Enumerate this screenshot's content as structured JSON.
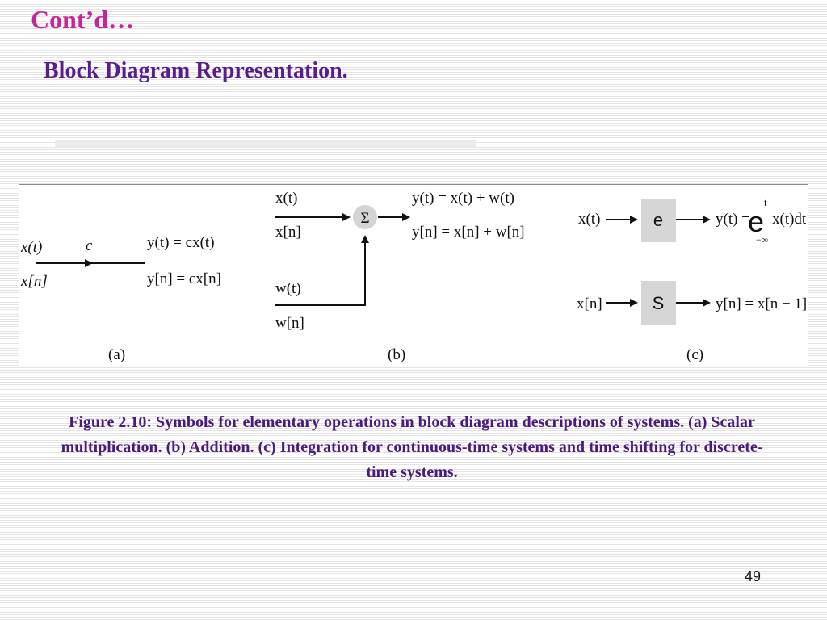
{
  "slide": {
    "title": "Cont’d…",
    "subtitle": "Block Diagram Representation.",
    "caption": "Figure 2.10: Symbols for elementary operations in block diagram descriptions of systems. (a) Scalar multiplication. (b) Addition. (c) Integration for continuous-time systems and time shifting for discrete-time systems.",
    "page_number": "49"
  },
  "figure": {
    "panel_a": {
      "input_ct": "x(t)",
      "input_dt": "x[n]",
      "gain": "c",
      "output_ct": "y(t) = cx(t)",
      "output_dt": "y[n] = cx[n]",
      "label": "(a)"
    },
    "panel_b": {
      "input1_ct": "x(t)",
      "input1_dt": "x[n]",
      "input2_ct": "w(t)",
      "input2_dt": "w[n]",
      "summer_symbol": "Σ",
      "output_ct": "y(t) = x(t) + w(t)",
      "output_dt": "y[n] = x[n] + w[n]",
      "label": "(b)"
    },
    "panel_c": {
      "integrator_input": "x(t)",
      "integrator_symbol": "e",
      "integrator_output_lhs": "y(t) =",
      "integral_sign": "e",
      "integral_upper": "t",
      "integral_lower": "−∞",
      "integrand": "x(t)dt",
      "shift_input": "x[n]",
      "shift_symbol": "S",
      "shift_output": "y[n] = x[n − 1]",
      "label": "(c)"
    }
  }
}
